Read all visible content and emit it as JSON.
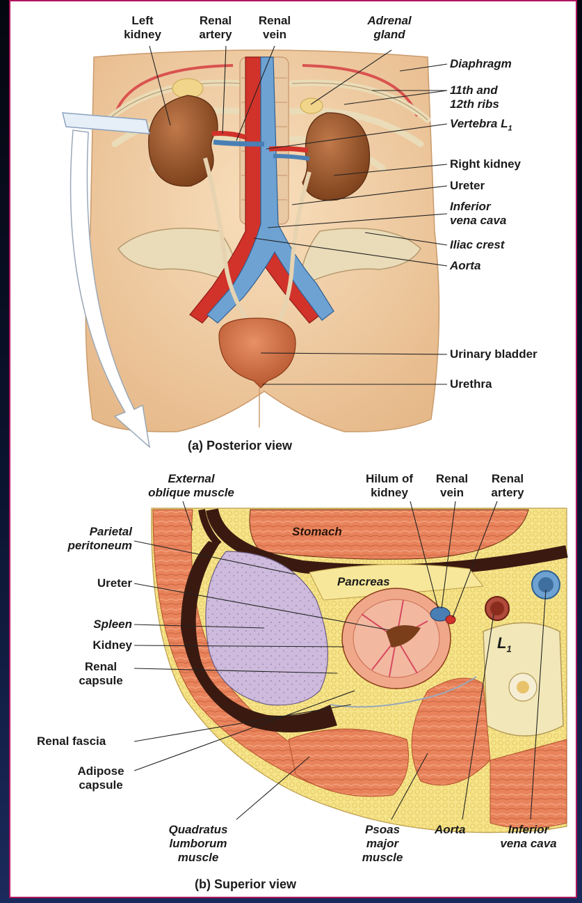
{
  "figure": {
    "posterior": {
      "caption": "(a) Posterior view",
      "labels": {
        "left_kidney": "Left\nkidney",
        "renal_artery": "Renal\nartery",
        "renal_vein": "Renal\nvein",
        "adrenal_gland": "Adrenal\ngland",
        "diaphragm": "Diaphragm",
        "ribs": "11th and\n12th ribs",
        "vertebra": "Vertebra L",
        "vertebra_sub": "1",
        "right_kidney": "Right kidney",
        "ureter": "Ureter",
        "ivc": "Inferior\nvena cava",
        "iliac_crest": "Iliac crest",
        "aorta": "Aorta",
        "bladder": "Urinary bladder",
        "urethra": "Urethra"
      }
    },
    "superior": {
      "caption": "(b) Superior view",
      "labels": {
        "external_oblique": "External\noblique muscle",
        "hilum": "Hilum of\nkidney",
        "renal_vein": "Renal\nvein",
        "renal_artery": "Renal\nartery",
        "parietal_peritoneum": "Parietal\nperitoneum",
        "stomach": "Stomach",
        "pancreas": "Pancreas",
        "ureter": "Ureter",
        "spleen": "Spleen",
        "kidney": "Kidney",
        "renal_capsule": "Renal\ncapsule",
        "renal_fascia": "Renal fascia",
        "adipose_capsule": "Adipose\ncapsule",
        "quadratus": "Quadratus\nlumborum\nmuscle",
        "psoas": "Psoas\nmajor\nmuscle",
        "aorta": "Aorta",
        "ivc": "Inferior\nvena cava",
        "vertebra": "L",
        "vertebra_sub": "1"
      }
    }
  },
  "colors": {
    "skin": "#f1cfa6",
    "kidney": "#9a5a2c",
    "artery": "#d1322a",
    "vein": "#5a8fc4",
    "bone": "#eadcb8",
    "muscle": "#e8835c",
    "fat": "#f4e27a",
    "spleen": "#c9b7d8",
    "frame": "#b0165f"
  }
}
